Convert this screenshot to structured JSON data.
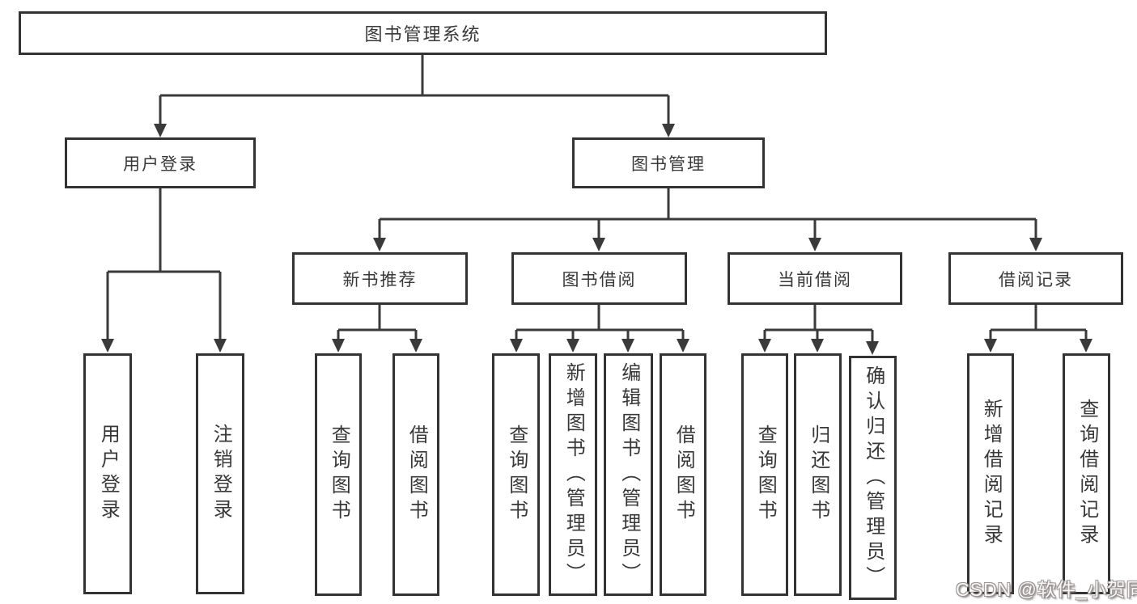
{
  "colors": {
    "line": "#3a3a3a",
    "border": "#333333",
    "text": "#383838",
    "background": "#ffffff",
    "watermark": "#faf6f5"
  },
  "tree": {
    "root": {
      "label": "图书管理系统"
    },
    "branches": [
      {
        "label": "用户登录",
        "leaves": [
          "用户登录",
          "注销登录"
        ]
      },
      {
        "label": "图书管理",
        "sections": [
          {
            "label": "新书推荐",
            "leaves": [
              "查询图书",
              "借阅图书"
            ]
          },
          {
            "label": "图书借阅",
            "leaves": [
              "查询图书",
              "新增图书（管理员）",
              "编辑图书（管理员）",
              "借阅图书"
            ]
          },
          {
            "label": "当前借阅",
            "leaves": [
              "查询图书",
              "归还图书",
              "确认归还（管理员）"
            ]
          },
          {
            "label": "借阅记录",
            "leaves": [
              "新增借阅记录",
              "查询借阅记录"
            ]
          }
        ]
      }
    ]
  },
  "watermark": {
    "text": "CSDN @软件_小贺同学"
  }
}
